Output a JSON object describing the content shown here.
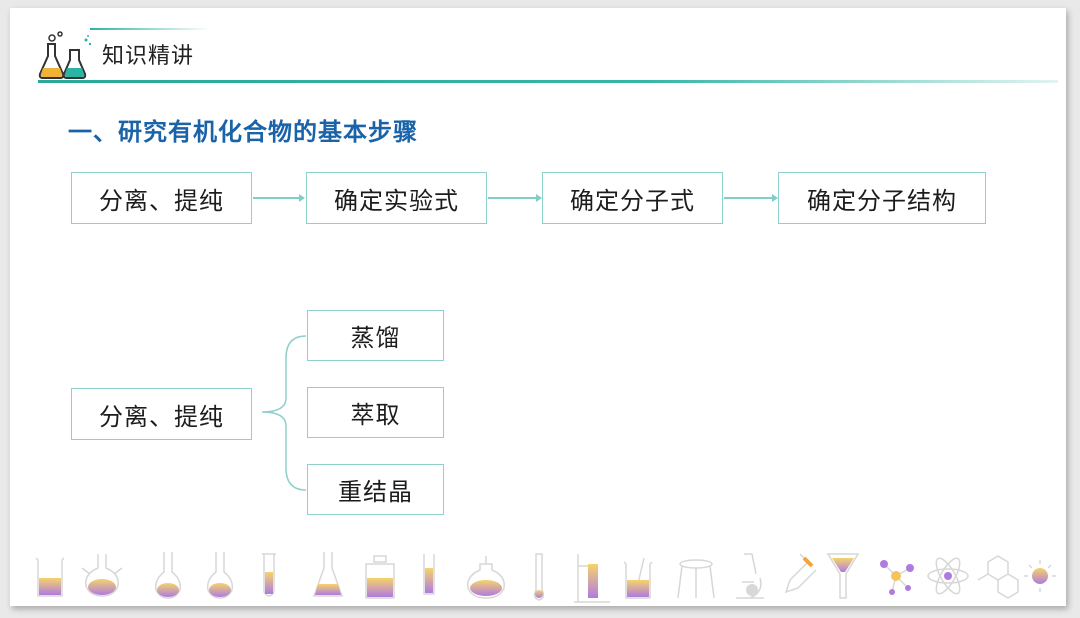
{
  "header": {
    "title": "知识精讲",
    "logo_icon": "flask-icon"
  },
  "section": {
    "title": "一、研究有机化合物的基本步骤"
  },
  "flow": {
    "steps": [
      "分离、提纯",
      "确定实验式",
      "确定分子式",
      "确定分子结构"
    ]
  },
  "methods": {
    "root": "分离、提纯",
    "items": [
      "蒸馏",
      "萃取",
      "重结晶"
    ]
  },
  "footer": {
    "icons": [
      "beaker-icon",
      "round-flask-icon",
      "flask-icon",
      "flask-icon",
      "test-tube-icon",
      "conical-flask-icon",
      "reagent-bottle-icon",
      "test-tube-icon",
      "alcohol-lamp-icon",
      "thermometer-icon",
      "stand-icon",
      "beaker-icon",
      "tripod-icon",
      "microscope-icon",
      "dropper-icon",
      "funnel-icon",
      "molecule-icon",
      "atom-icon",
      "hexagon-molecule-icon",
      "sparkle-icon"
    ]
  },
  "colors": {
    "accent": "#1a63a9",
    "border": "#8fd0cb",
    "line": "#2aa89a"
  }
}
